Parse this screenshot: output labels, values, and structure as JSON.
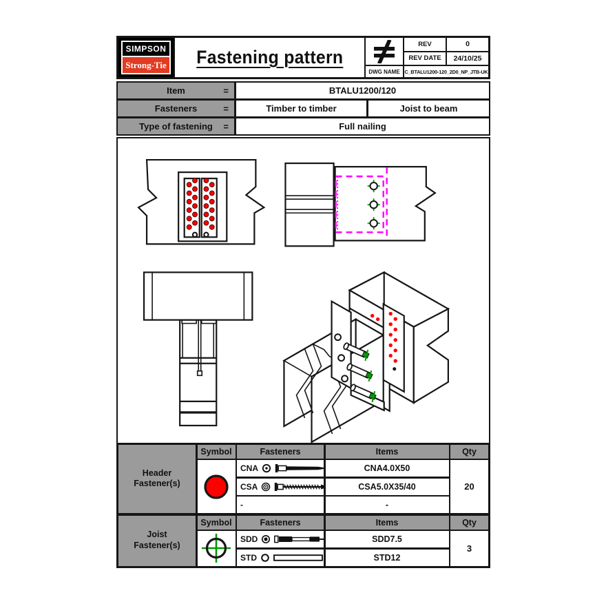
{
  "colors": {
    "brand_red": "#e23b22",
    "accent_red": "#ff0000",
    "accent_green": "#009900",
    "accent_magenta": "#ff00ff",
    "cell_gray": "#9b9b9b",
    "line_dark": "#161616"
  },
  "title_block": {
    "logo_line1": "SIMPSON",
    "logo_line2": "Strong-Tie",
    "title": "Fastening pattern",
    "rev_label": "REV",
    "rev_value": "0",
    "rev_date_label": "REV DATE",
    "rev_date_value": "24/10/25",
    "dwg_name_label": "DWG NAME",
    "dwg_name_value": "C_BTALU1200-120_2D0_NP_JTB-UK"
  },
  "info_table": {
    "equals": "=",
    "item_label": "Item",
    "item_value": "BTALU1200/120",
    "fasteners_label": "Fasteners",
    "fasteners_value1": "Timber to timber",
    "fasteners_value2": "Joist to beam",
    "type_label": "Type of fastening",
    "type_value": "Full nailing"
  },
  "header_table": {
    "group_label": "Header Fastener(s)",
    "col_symbol": "Symbol",
    "col_fasteners": "Fasteners",
    "col_items": "Items",
    "col_qty": "Qty",
    "rows": [
      {
        "code": "CNA",
        "item": "CNA4.0X50"
      },
      {
        "code": "CSA",
        "item": "CSA5.0X35/40"
      },
      {
        "code": "-",
        "item": "-"
      }
    ],
    "qty": "20"
  },
  "joist_table": {
    "group_label": "Joist Fastener(s)",
    "col_symbol": "Symbol",
    "col_fasteners": "Fasteners",
    "col_items": "Items",
    "col_qty": "Qty",
    "rows": [
      {
        "code": "SDD",
        "item": "SDD7.5"
      },
      {
        "code": "STD",
        "item": "STD12"
      }
    ],
    "qty": "3"
  }
}
